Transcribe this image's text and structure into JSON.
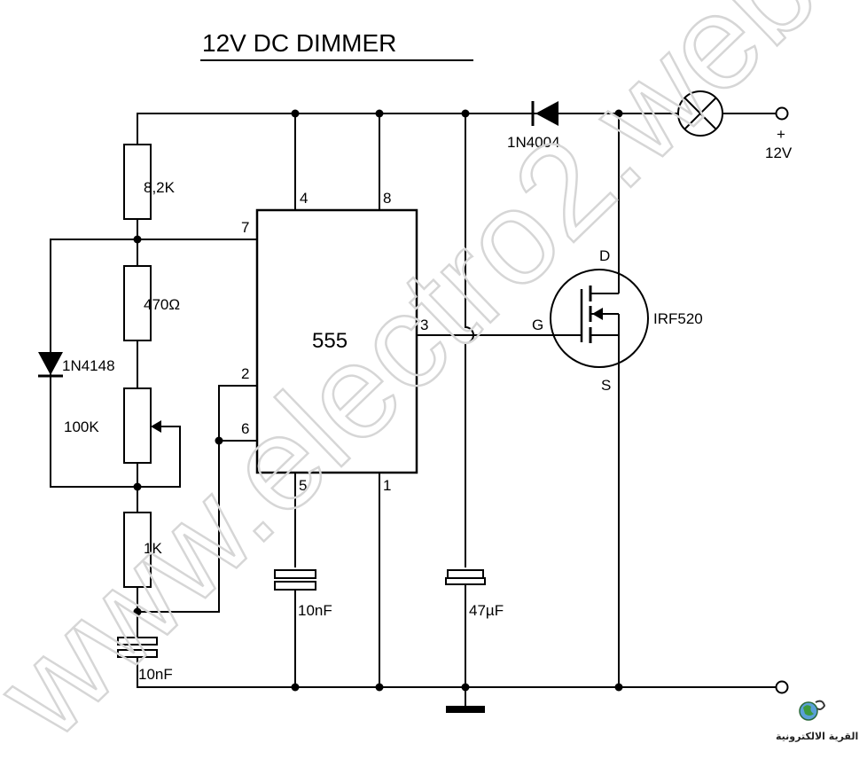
{
  "title": "12V DC DIMMER",
  "watermark": "www.electro2.webs.com",
  "ic": {
    "name": "555",
    "pins": {
      "p4": "4",
      "p8": "8",
      "p7": "7",
      "p2": "2",
      "p6": "6",
      "p3": "3",
      "p5": "5",
      "p1": "1"
    }
  },
  "components": {
    "r1": "8,2K",
    "r2": "470Ω",
    "pot": "100K",
    "r3": "1K",
    "diode_small": "1N4148",
    "diode_main": "1N4004",
    "cap_timing": "10nF",
    "cap_ctrl": "10nF",
    "cap_elec": "47µF",
    "mosfet": "IRF520"
  },
  "mosfet_pins": {
    "drain": "D",
    "gate": "G",
    "source": "S"
  },
  "supply": {
    "plus": "+",
    "voltage": "12V"
  },
  "logo": {
    "text": "القرية الالكترونية"
  }
}
